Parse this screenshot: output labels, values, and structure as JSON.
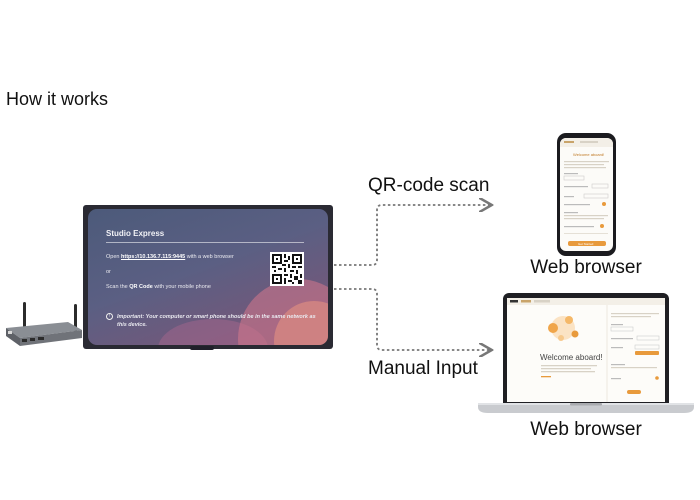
{
  "heading": "How it works",
  "flows": {
    "qr_label": "QR-code scan",
    "manual_label": "Manual Input"
  },
  "devices": {
    "phone_label": "Web browser",
    "laptop_label": "Web browser"
  },
  "tv_screen": {
    "title": "Studio Express",
    "line1_prefix": "Open",
    "line1_url": "https://10.136.7.115:9445",
    "line1_suffix": "with a web browser",
    "line2": "or",
    "line3_prefix": "Scan the",
    "line3_bold": "QR Code",
    "line3_suffix": "with your mobile phone",
    "note": "Important: Your computer or smart phone should be in the same network as this device."
  },
  "phone_screen": {
    "welcome": "Welcome aboard!",
    "button": "Get Started"
  },
  "laptop_screen": {
    "welcome": "Welcome aboard!"
  },
  "colors": {
    "accent": "#e89a3c",
    "arrow": "#777777",
    "tv_frame": "#2a2a33"
  },
  "icons": {
    "arrow": "dotted-arrow-icon",
    "info": "info-circle-icon",
    "qr": "qr-code-icon"
  }
}
